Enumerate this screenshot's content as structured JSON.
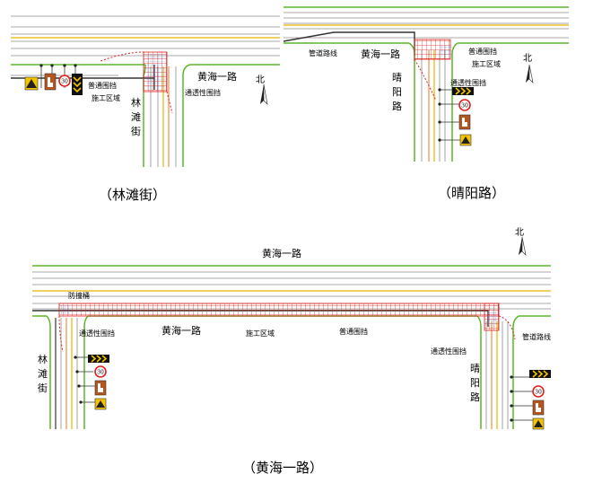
{
  "panels": [
    {
      "caption": "（林滩街）",
      "labels": {
        "road_main": "黄海一路",
        "road_side_1": "林",
        "road_side_2": "滩",
        "road_side_3": "街",
        "barrier_normal": "普通围挡",
        "work_zone": "施工区域",
        "barrier_transparent": "通透性围挡",
        "north": "北"
      }
    },
    {
      "caption": "（晴阳路）",
      "labels": {
        "pipeline": "管道路线",
        "road_main": "黄海一路",
        "road_side_1": "晴",
        "road_side_2": "阳",
        "road_side_3": "路",
        "barrier_normal": "普通围挡",
        "work_zone": "施工区域",
        "barrier_transparent": "通透性围挡",
        "north": "北"
      }
    },
    {
      "caption": "（黄海一路）",
      "labels": {
        "road_top": "黄海一路",
        "anti_collision": "防撞桶",
        "barrier_transparent_left": "通透性围挡",
        "road_main": "黄海一路",
        "work_zone": "施工区域",
        "barrier_normal": "普通围挡",
        "barrier_transparent_right": "通透性围挡",
        "pipeline": "管道路线",
        "left_road_1": "林",
        "left_road_2": "滩",
        "left_road_3": "街",
        "right_road_1": "晴",
        "right_road_2": "阳",
        "right_road_3": "路",
        "north": "北"
      }
    }
  ],
  "speed_limit": "30",
  "colors": {
    "road_line": "#8c8c8c",
    "curb_green": "#5bb52b",
    "center_yellow": "#e8b400",
    "orange_line": "#e87a1e",
    "barrier_red": "#e02020",
    "transparent_barrier_blue": "#3a7bd5",
    "pipeline": "#333333",
    "sign_yellow": "#f2c300",
    "sign_brown": "#b5561e"
  },
  "icons": [
    "north-arrow-icon",
    "chevron-sign-icon",
    "speed-limit-sign-icon",
    "construction-sign-icon",
    "worker-warning-sign-icon"
  ]
}
